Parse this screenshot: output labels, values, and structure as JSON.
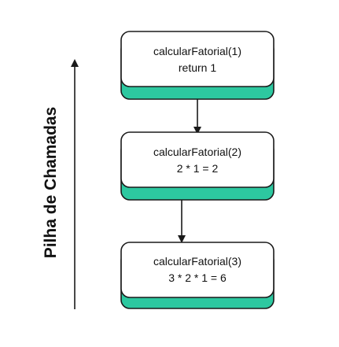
{
  "stack_label": "Pilha de Chamadas",
  "colors": {
    "accent": "#2DC8A0",
    "border": "#1A1A1A",
    "card": "#FFFFFF",
    "text": "#111111"
  },
  "frames": [
    {
      "call": "calcularFatorial(1)",
      "result": "return 1"
    },
    {
      "call": "calcularFatorial(2)",
      "result": "2 * 1 = 2"
    },
    {
      "call": "calcularFatorial(3)",
      "result": "3 * 2 * 1 = 6"
    }
  ]
}
